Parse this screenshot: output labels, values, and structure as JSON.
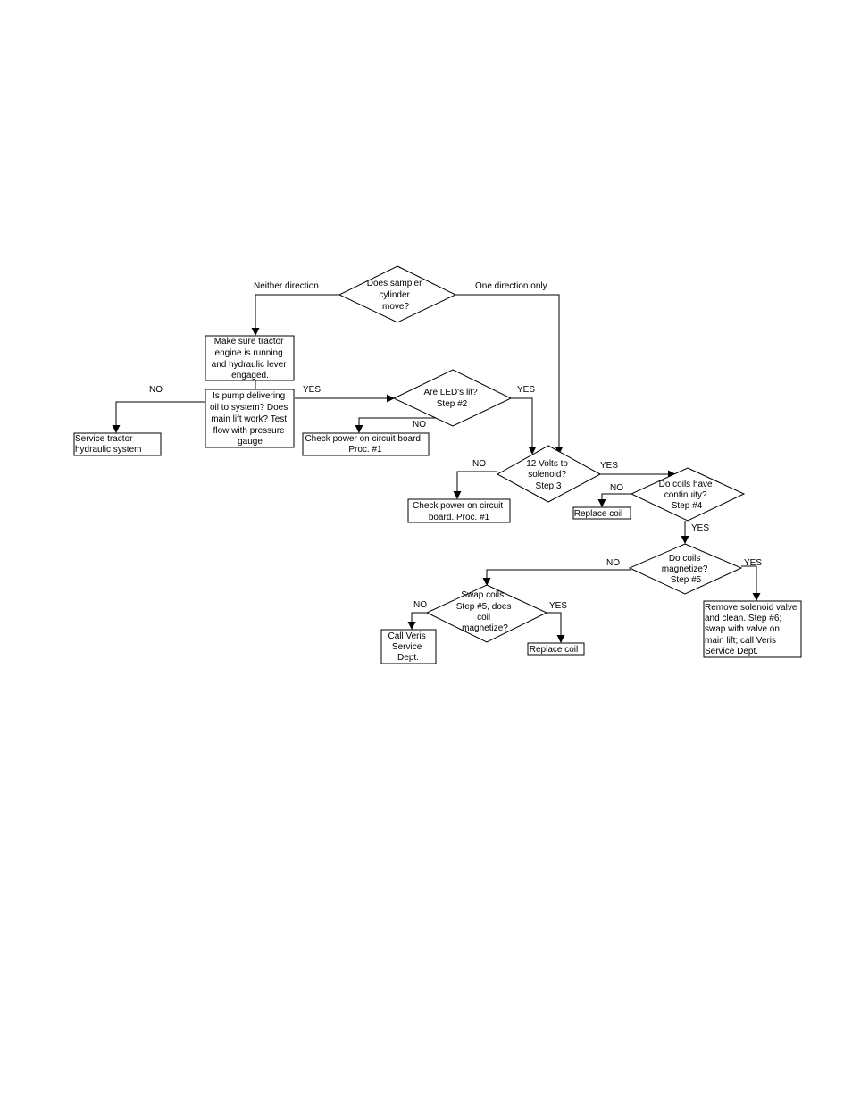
{
  "nodes": {
    "q_cylinder": [
      "Does sampler",
      "cylinder",
      "move?"
    ],
    "tractor": [
      "Make sure tractor",
      "engine is running",
      "and hydraulic lever",
      "engaged."
    ],
    "pump": [
      "Is pump delivering",
      "oil to system? Does",
      "main lift work? Test",
      "flow with pressure",
      "gauge"
    ],
    "service_hydraulic": [
      "Service tractor",
      "hydraulic system"
    ],
    "q_leds": [
      "Are LED's lit?",
      "Step #2"
    ],
    "check_power_1": [
      "Check power on circuit board.",
      "Proc. #1"
    ],
    "q_12v": [
      "12 Volts to",
      "solenoid?",
      "Step 3"
    ],
    "check_power_2": [
      "Check power on circuit",
      "board.  Proc. #1"
    ],
    "q_continuity": [
      "Do coils have",
      "continuity?",
      "Step #4"
    ],
    "replace_coil_1": [
      "Replace coil"
    ],
    "q_magnetize": [
      "Do coils",
      "magnetize?",
      "Step #5"
    ],
    "remove_valve": [
      "Remove solenoid valve",
      "and clean. Step #6;",
      "swap with valve on",
      "main lift; call Veris",
      "Service Dept."
    ],
    "q_swap": [
      "Swap coils;",
      "Step #5, does",
      "coil",
      "magnetize?"
    ],
    "call_veris": [
      "Call Veris",
      "Service",
      "Dept."
    ],
    "replace_coil_2": [
      "Replace coil"
    ]
  },
  "labels": {
    "neither": "Neither direction",
    "one_dir": "One direction only",
    "pump_no": "NO",
    "pump_yes": "YES",
    "leds_yes": "YES",
    "leds_no": "NO",
    "v12_no": "NO",
    "v12_yes": "YES",
    "cont_no": "NO",
    "cont_yes": "YES",
    "mag_no": "NO",
    "mag_yes": "YES",
    "swap_no": "NO",
    "swap_yes": "YES"
  }
}
